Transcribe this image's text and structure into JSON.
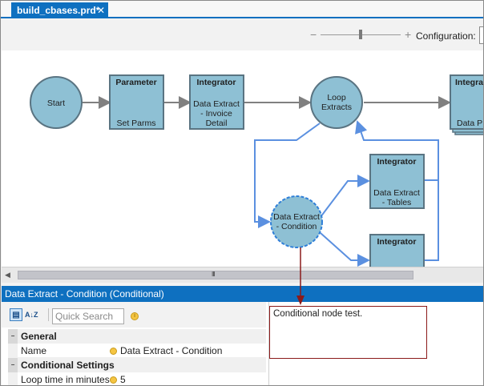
{
  "tab": {
    "title": "build_cbases.prd*",
    "close_glyph": "✕"
  },
  "toolbar": {
    "zoom_minus": "−",
    "zoom_plus": "+",
    "config_label": "Configuration:"
  },
  "canvas": {
    "nodes": {
      "start": "Start",
      "parameter_head": "Parameter",
      "parameter_body": "Set Parms",
      "integrator1_head": "Integrator",
      "integrator1_l1": "Data Extract",
      "integrator1_l2": "- Invoice",
      "integrator1_l3": "Detail",
      "loop_l1": "Loop",
      "loop_l2": "Extracts",
      "integrator_right_head": "Integra",
      "integrator_right_body": "Data P",
      "condition_l1": "Data Extract",
      "condition_l2": "- Condition",
      "integrator2_head": "Integrator",
      "integrator2_l1": "Data Extract",
      "integrator2_l2": "- Tables",
      "integrator3_head": "Integrator"
    }
  },
  "scrollbar": {
    "grip": "III",
    "left_arrow": "◀"
  },
  "panel": {
    "title": "Data Extract - Condition (Conditional)"
  },
  "properties": {
    "search_placeholder": "Quick Search",
    "categorized_icon": "▤",
    "alpha_icon": "A↓Z",
    "info_icon": "i",
    "collapse_glyph": "−",
    "general_label": "General",
    "name_label": "Name",
    "name_value": "Data Extract - Condition",
    "conditional_label": "Conditional Settings",
    "loop_label": "Loop time in minutes",
    "loop_value": "5",
    "description": "Conditional node test."
  },
  "colors": {
    "accent": "#0e70c0",
    "node_fill": "#8ec0d4",
    "node_stroke": "#5a7482",
    "connector": "#5b90e0",
    "arrow_gray": "#808080",
    "highlight": "#8b1a1a"
  },
  "icons": [
    "close-icon",
    "zoom-minus-icon",
    "zoom-plus-icon",
    "categorized-icon",
    "alphabetical-icon",
    "info-icon"
  ]
}
